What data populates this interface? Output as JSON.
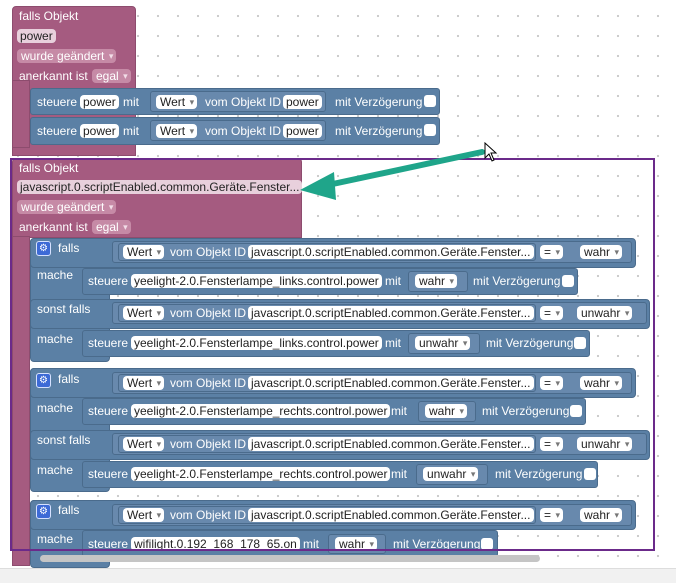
{
  "trigger1": {
    "title": "falls Objekt",
    "object_id": "power",
    "change_value": "wurde geändert",
    "ack_label": "anerkannt ist",
    "ack_value": "egal",
    "rows": [
      {
        "cmd": "steuere",
        "target": "power",
        "with": "mit",
        "value_type": "Wert",
        "from_obj": "vom Objekt ID",
        "source": "power",
        "delay": "mit Verzögerung"
      },
      {
        "cmd": "steuere",
        "target": "power",
        "with": "mit",
        "value_type": "Wert",
        "from_obj": "vom Objekt ID",
        "source": "power",
        "delay": "mit Verzögerung"
      }
    ]
  },
  "trigger2": {
    "title": "falls Objekt",
    "object_id": "javascript.0.scriptEnabled.common.Geräte.Fenster...",
    "change_value": "wurde geändert",
    "ack_label": "anerkannt ist",
    "ack_value": "egal"
  },
  "labels": {
    "falls": "falls",
    "mache": "mache",
    "sonst_falls": "sonst falls",
    "steuere": "steuere",
    "mit": "mit",
    "wert": "Wert",
    "vom_objekt": "vom Objekt ID",
    "cond_obj": "javascript.0.scriptEnabled.common.Geräte.Fenster...",
    "eq": "=",
    "delay": "mit Verzögerung"
  },
  "if_blocks": [
    {
      "cond1": "wahr",
      "act1_target": "yeelight-2.0.Fensterlampe_links.control.power",
      "act1_val": "wahr",
      "cond2": "unwahr",
      "act2_target": "yeelight-2.0.Fensterlampe_links.control.power",
      "act2_val": "unwahr"
    },
    {
      "cond1": "wahr",
      "act1_target": "yeelight-2.0.Fensterlampe_rechts.control.power",
      "act1_val": "wahr",
      "cond2": "unwahr",
      "act2_target": "yeelight-2.0.Fensterlampe_rechts.control.power",
      "act2_val": "unwahr"
    },
    {
      "cond1": "wahr",
      "act1_target": "wifilight.0.192_168_178_65.on",
      "act1_val": "wahr"
    }
  ],
  "colors": {
    "trigger": "#a55b80",
    "block": "#5b80a5",
    "annotation_frame": "#6b2a8a",
    "annotation_arrow": "#1fa58a"
  }
}
